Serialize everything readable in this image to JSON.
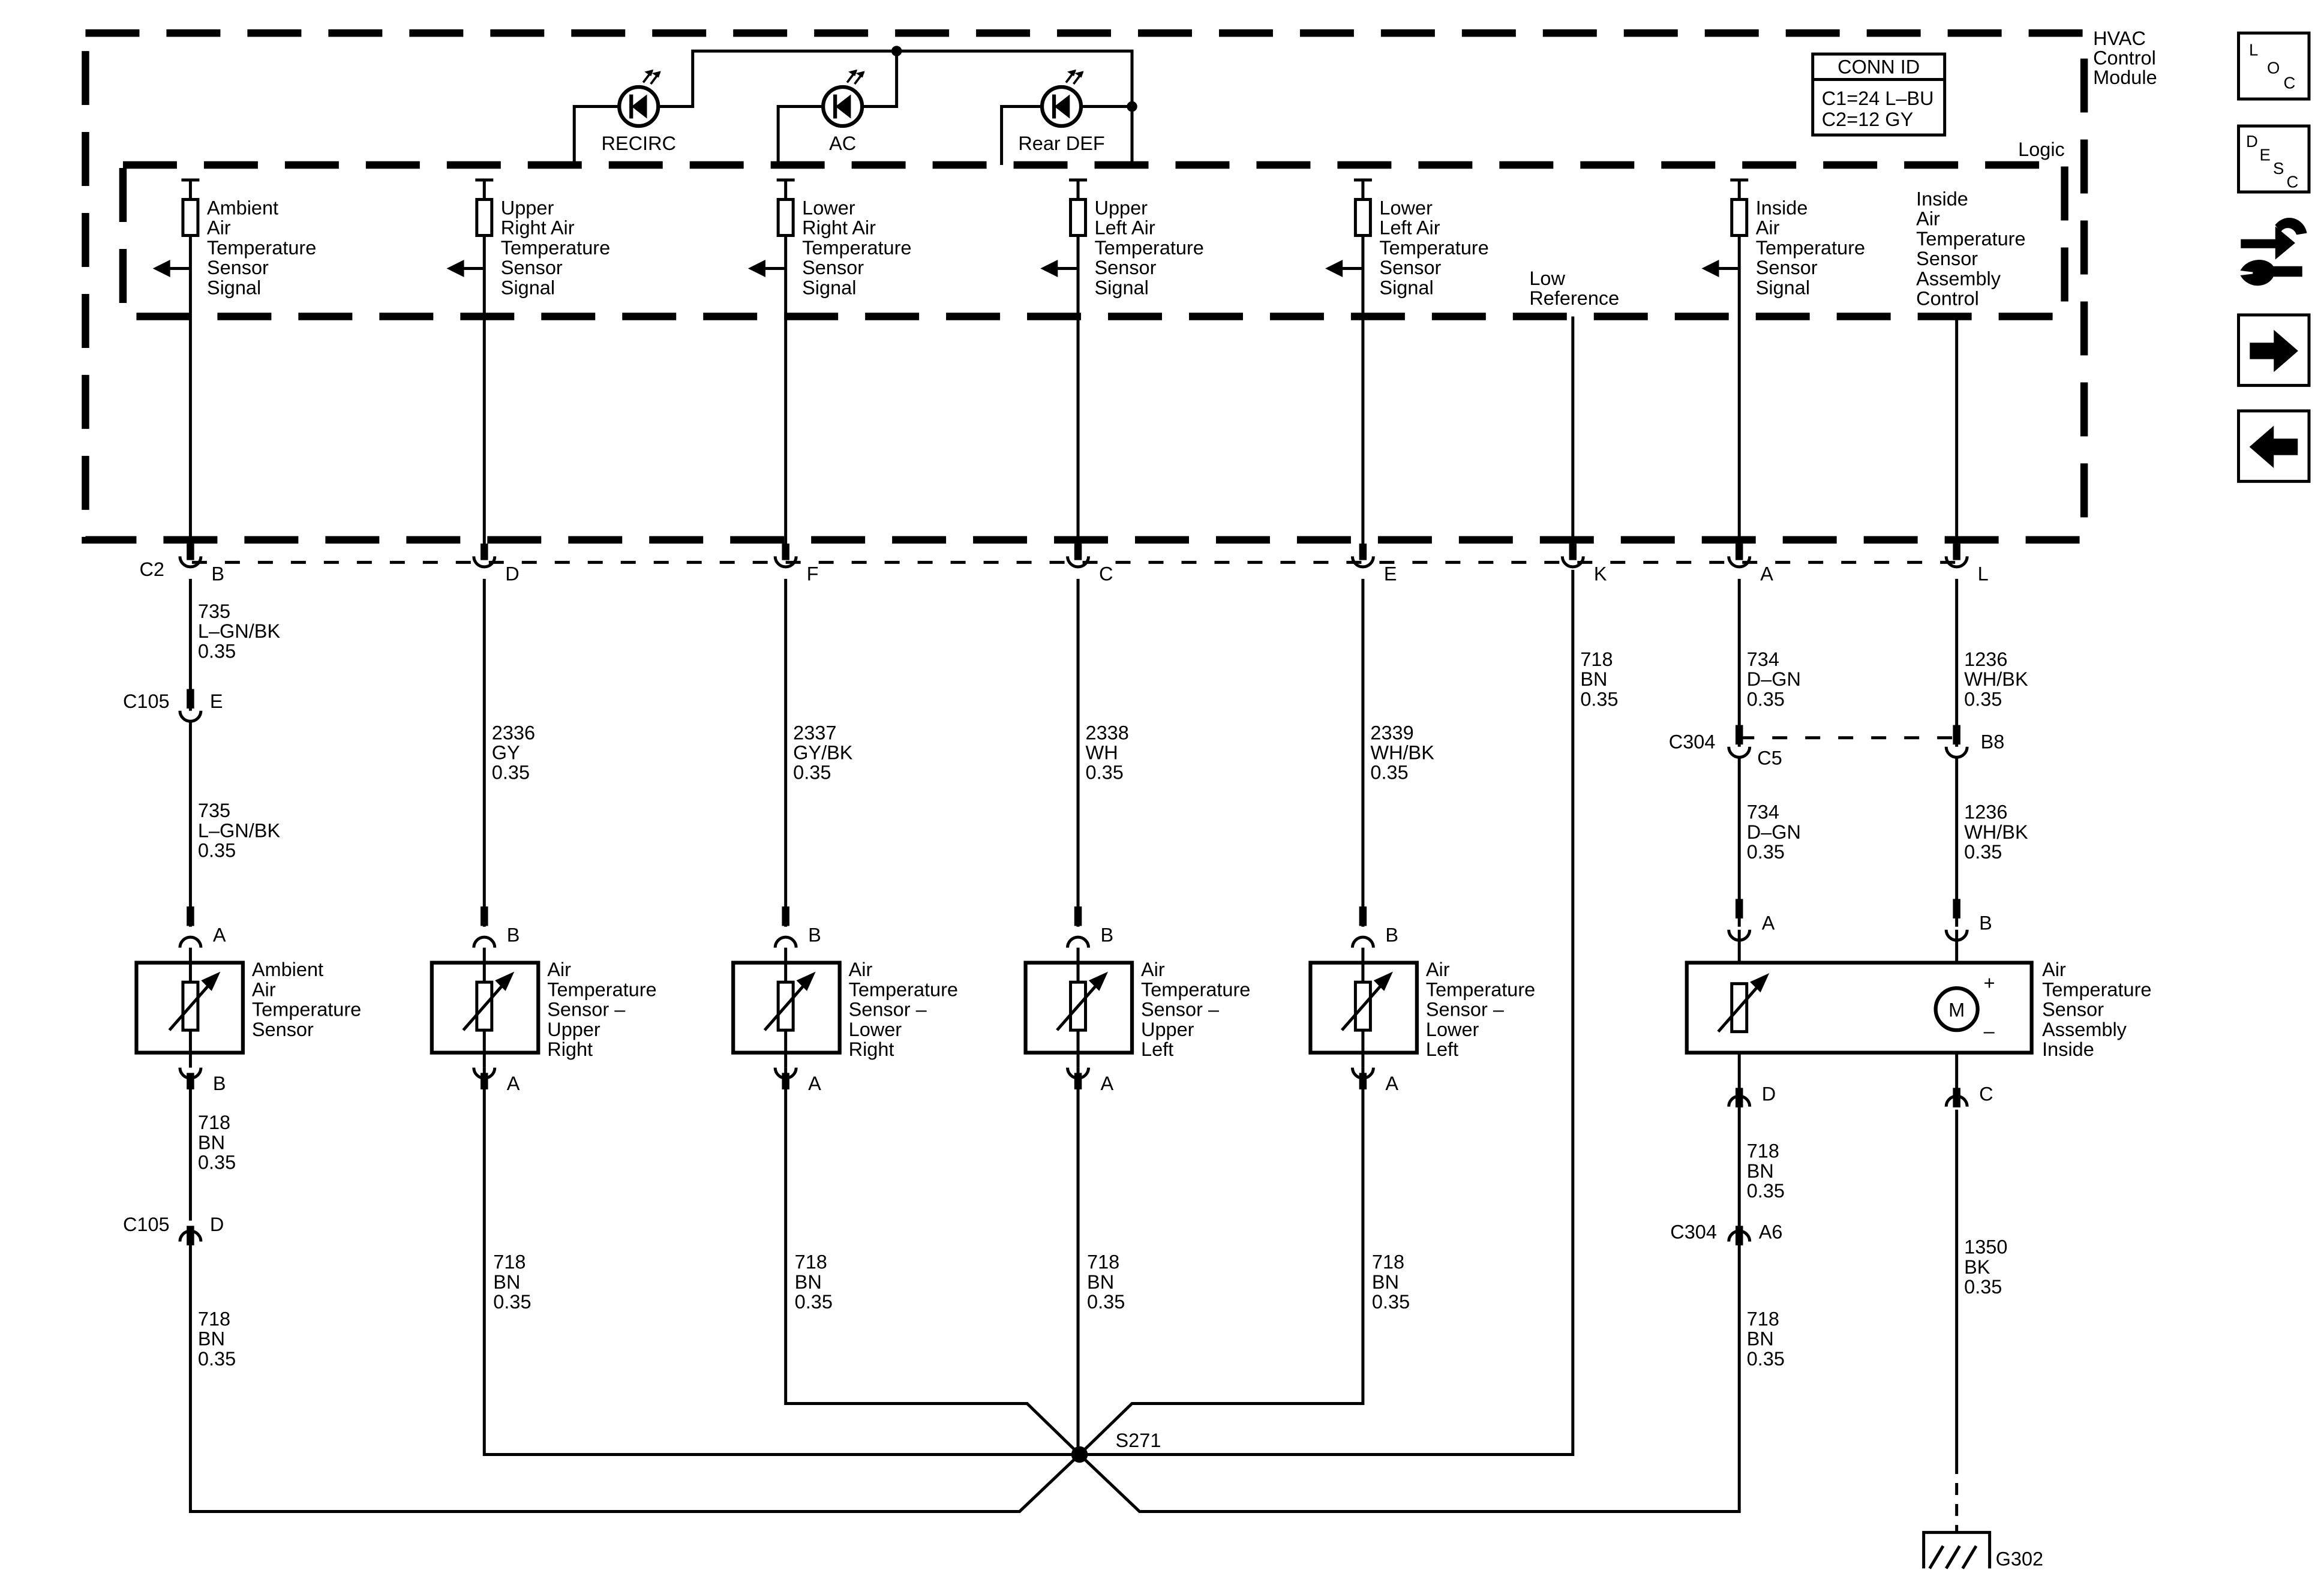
{
  "module": {
    "title": [
      "HVAC",
      "Control",
      "Module"
    ],
    "logic_label": "Logic",
    "conn_id": {
      "header": "CONN ID",
      "lines": [
        "C1=24 L–BU",
        "C2=12 GY"
      ]
    }
  },
  "indicators": [
    {
      "label": "RECIRC"
    },
    {
      "label": "AC"
    },
    {
      "label": "Rear DEF"
    }
  ],
  "signals": [
    {
      "lines": [
        "Ambient",
        "Air",
        "Temperature",
        "Sensor",
        "Signal"
      ]
    },
    {
      "lines": [
        "Upper",
        "Right Air",
        "Temperature",
        "Sensor",
        "Signal"
      ]
    },
    {
      "lines": [
        "Lower",
        "Right Air",
        "Temperature",
        "Sensor",
        "Signal"
      ]
    },
    {
      "lines": [
        "Upper",
        "Left Air",
        "Temperature",
        "Sensor",
        "Signal"
      ]
    },
    {
      "lines": [
        "Lower",
        "Left Air",
        "Temperature",
        "Sensor",
        "Signal"
      ]
    },
    {
      "lines": [
        "Low",
        "Reference"
      ]
    },
    {
      "lines": [
        "Inside",
        "Air",
        "Temperature",
        "Sensor",
        "Signal"
      ]
    },
    {
      "lines": [
        "Inside",
        "Air",
        "Temperature",
        "Sensor",
        "Assembly",
        "Control"
      ]
    }
  ],
  "c2": {
    "name": "C2",
    "pins": [
      "B",
      "D",
      "F",
      "C",
      "E",
      "K",
      "A",
      "L"
    ]
  },
  "wires_upper": [
    {
      "lines": [
        "735",
        "L–GN/BK",
        "0.35"
      ]
    },
    {
      "lines": [
        "2336",
        "GY",
        "0.35"
      ]
    },
    {
      "lines": [
        "2337",
        "GY/BK",
        "0.35"
      ]
    },
    {
      "lines": [
        "2338",
        "WH",
        "0.35"
      ]
    },
    {
      "lines": [
        "2339",
        "WH/BK",
        "0.35"
      ]
    },
    {
      "lines": [
        "718",
        "BN",
        "0.35"
      ]
    },
    {
      "lines": [
        "734",
        "D–GN",
        "0.35"
      ]
    },
    {
      "lines": [
        "1236",
        "WH/BK",
        "0.35"
      ]
    }
  ],
  "c105_top": {
    "name": "C105",
    "pin": "E"
  },
  "c105_bottom": {
    "name": "C105",
    "pin": "D"
  },
  "c304_top": {
    "name": "C304",
    "pins": [
      "C5",
      "B8"
    ]
  },
  "c304_bottom": {
    "name": "C304",
    "pin": "A6"
  },
  "wires_mid": [
    {
      "lines": [
        "735",
        "L–GN/BK",
        "0.35"
      ]
    },
    {
      "lines": [
        "734",
        "D–GN",
        "0.35"
      ]
    },
    {
      "lines": [
        "1236",
        "WH/BK",
        "0.35"
      ]
    }
  ],
  "sensors": [
    {
      "lines": [
        "Ambient",
        "Air",
        "Temperature",
        "Sensor"
      ],
      "top_pin": "A",
      "bottom_pin": "B"
    },
    {
      "lines": [
        "Air",
        "Temperature",
        "Sensor –",
        "Upper",
        "Right"
      ],
      "top_pin": "B",
      "bottom_pin": "A"
    },
    {
      "lines": [
        "Air",
        "Temperature",
        "Sensor –",
        "Lower",
        "Right"
      ],
      "top_pin": "B",
      "bottom_pin": "A"
    },
    {
      "lines": [
        "Air",
        "Temperature",
        "Sensor –",
        "Upper",
        "Left"
      ],
      "top_pin": "B",
      "bottom_pin": "A"
    },
    {
      "lines": [
        "Air",
        "Temperature",
        "Sensor –",
        "Lower",
        "Left"
      ],
      "top_pin": "B",
      "bottom_pin": "A"
    }
  ],
  "inside_assembly": {
    "lines": [
      "Air",
      "Temperature",
      "Sensor",
      "Assembly",
      "Inside"
    ],
    "pins_top": [
      "A",
      "B"
    ],
    "pins_bottom": [
      "D",
      "C"
    ],
    "motor": "M",
    "plus": "+",
    "minus": "–"
  },
  "wires_lower": [
    {
      "lines": [
        "718",
        "BN",
        "0.35"
      ]
    },
    {
      "lines": [
        "718",
        "BN",
        "0.35"
      ]
    },
    {
      "lines": [
        "718",
        "BN",
        "0.35"
      ]
    },
    {
      "lines": [
        "718",
        "BN",
        "0.35"
      ]
    },
    {
      "lines": [
        "718",
        "BN",
        "0.35"
      ]
    },
    {
      "lines": [
        "718",
        "BN",
        "0.35"
      ]
    },
    {
      "lines": [
        "718",
        "BN",
        "0.35"
      ]
    },
    {
      "lines": [
        "1350",
        "BK",
        "0.35"
      ]
    }
  ],
  "splice": "S271",
  "ground": "G302",
  "nav": {
    "loc": [
      "L",
      "O",
      "C"
    ],
    "desc": [
      "D",
      "E",
      "S",
      "C"
    ]
  }
}
